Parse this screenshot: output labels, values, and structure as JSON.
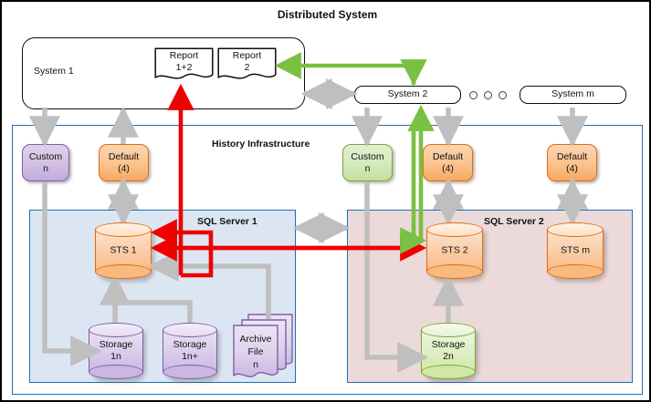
{
  "diagram": {
    "title": "Distributed System",
    "history_label": "History Infrastructure"
  },
  "systems": {
    "system1": "System 1",
    "system2": "System 2",
    "systemm": "System m",
    "ellipsis_dots": 3
  },
  "reports": [
    {
      "name": "report-1-2",
      "line1": "Report",
      "line2": "1+2"
    },
    {
      "name": "report-2",
      "line1": "Report",
      "line2": "2"
    }
  ],
  "agents": [
    {
      "name": "custom-n-left",
      "line1": "Custom",
      "line2": "n",
      "color": "purple"
    },
    {
      "name": "default-4-left",
      "line1": "Default",
      "line2": "(4)",
      "color": "orange"
    },
    {
      "name": "custom-n-right",
      "line1": "Custom",
      "line2": "n",
      "color": "green"
    },
    {
      "name": "default-4-mid",
      "line1": "Default",
      "line2": "(4)",
      "color": "orange"
    },
    {
      "name": "default-4-right",
      "line1": "Default",
      "line2": "(4)",
      "color": "orange"
    }
  ],
  "servers": [
    {
      "name": "sql-server-1",
      "label": "SQL Server 1",
      "fill": "blue"
    },
    {
      "name": "sql-server-2",
      "label": "SQL Server 2",
      "fill": "pink"
    }
  ],
  "sts": [
    {
      "name": "sts-1",
      "label": "STS 1",
      "color": "orange"
    },
    {
      "name": "sts-2",
      "label": "STS 2",
      "color": "orange"
    },
    {
      "name": "sts-m",
      "label": "STS m",
      "color": "orange"
    }
  ],
  "storage": [
    {
      "name": "storage-1n",
      "line1": "Storage",
      "line2": "1n",
      "color": "purple"
    },
    {
      "name": "storage-1np",
      "line1": "Storage",
      "line2": "1n+",
      "color": "purple"
    },
    {
      "name": "storage-2n",
      "line1": "Storage",
      "line2": "2n",
      "color": "green"
    }
  ],
  "archive": {
    "name": "archive-file-n",
    "line1": "Archive",
    "line2": "File",
    "line3": "n"
  },
  "colors": {
    "red_flow": "#ee0000",
    "green_flow": "#7ac043",
    "gray_flow": "#bfbfbf",
    "panel_border": "#1f6eb4",
    "panel_blue": "#dce6f2",
    "panel_pink": "#ecd9d9",
    "outline": "#0d0d0d"
  }
}
